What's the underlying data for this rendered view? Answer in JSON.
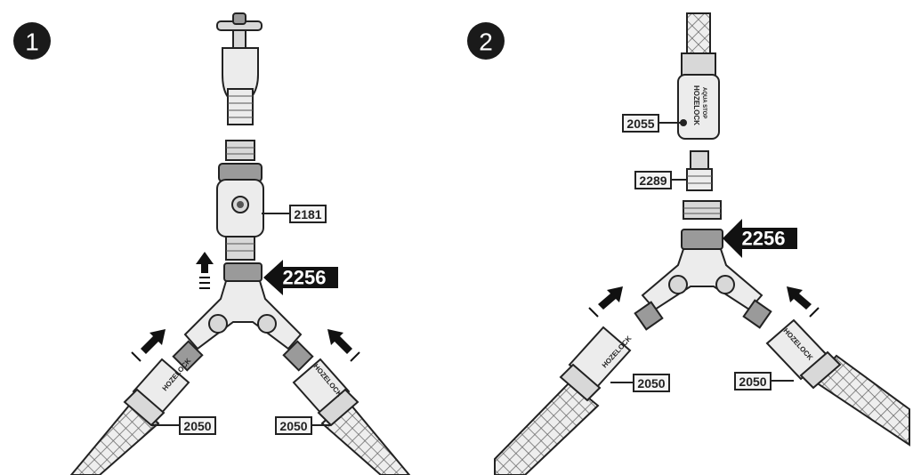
{
  "steps": [
    {
      "number": "1",
      "labels": {
        "valve": "2181",
        "y_connector": "2256",
        "hose_left": "2050",
        "hose_right": "2050"
      },
      "brand": "HOZELOCK"
    },
    {
      "number": "2",
      "labels": {
        "aquastop": "2055",
        "tap_connector": "2289",
        "y_connector": "2256",
        "hose_left": "2050",
        "hose_right": "2050"
      },
      "brand": "HOZELOCK",
      "sub_brand": "AQUA STOP"
    }
  ]
}
